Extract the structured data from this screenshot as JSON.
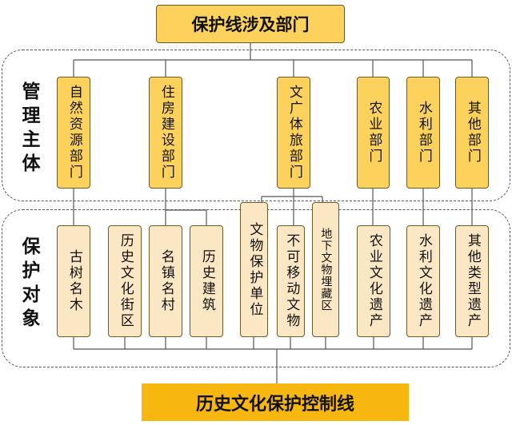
{
  "title": "保护线涉及部门",
  "footer": "历史文化保护控制线",
  "groups": {
    "management": "管理主体",
    "protection": "保护对象"
  },
  "departments": [
    "自然资源部门",
    "住房建设部门",
    "文广体旅部门",
    "农业部门",
    "水利部门",
    "其他部门"
  ],
  "objects": [
    "古树名木",
    "历史文化街区",
    "名镇名村",
    "历史建筑",
    "文物保护单位",
    "不可移动文物",
    "地下文物埋藏区",
    "农业文化遗产",
    "水利文化遗产",
    "其他类型遗产"
  ],
  "colors": {
    "title_fill": "#fdd25c",
    "footer_fill": "#f7b70e",
    "department_fill": "#fdd25c",
    "object_fill": "#fbe7c3"
  }
}
